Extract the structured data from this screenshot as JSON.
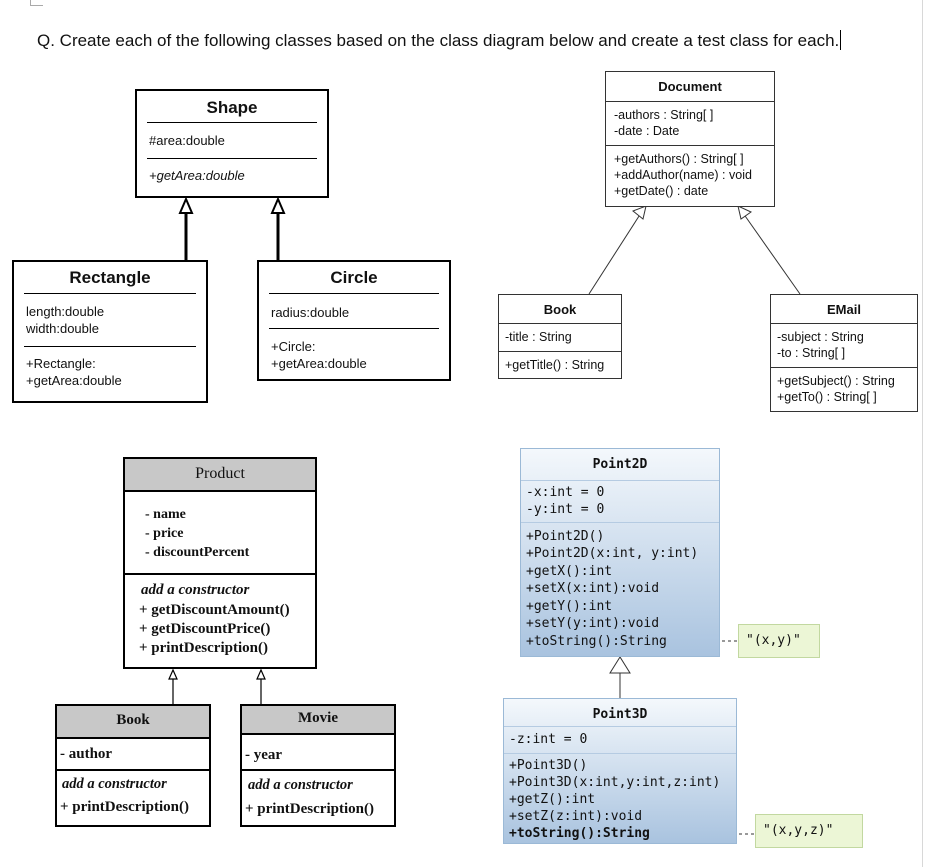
{
  "question": "Q. Create each of the following classes based on the class diagram below and create a test class for each.",
  "shape_diagram": {
    "shape": {
      "name": "Shape",
      "attr": "#area:double",
      "method": "+getArea:double"
    },
    "rectangle": {
      "name": "Rectangle",
      "attr1": "length:double",
      "attr2": "width:double",
      "method1": "+Rectangle:",
      "method2": "+getArea:double"
    },
    "circle": {
      "name": "Circle",
      "attr": "radius:double",
      "method1": "+Circle:",
      "method2": "+getArea:double"
    }
  },
  "document_diagram": {
    "document": {
      "name": "Document",
      "attr1": "-authors : String[ ]",
      "attr2": "-date : Date",
      "method1": "+getAuthors() : String[ ]",
      "method2": "+addAuthor(name) : void",
      "method3": "+getDate() : date"
    },
    "book": {
      "name": "Book",
      "attr": "-title : String",
      "method": "+getTitle() : String"
    },
    "email": {
      "name": "EMail",
      "attr1": "-subject : String",
      "attr2": "-to : String[ ]",
      "method1": "+getSubject() : String",
      "method2": "+getTo() : String[ ]"
    }
  },
  "product_diagram": {
    "product": {
      "name": "Product",
      "attr1": "- name",
      "attr2": "- price",
      "attr3": "- discountPercent",
      "ctor": "add a constructor",
      "method1": "+ getDiscountAmount()",
      "method2": "+ getDiscountPrice()",
      "method3": "+ printDescription()"
    },
    "book": {
      "name": "Book",
      "attr": "- author",
      "ctor": "add a constructor",
      "method": "+ printDescription()"
    },
    "movie": {
      "name": "Movie",
      "attr": "- year",
      "ctor": "add a constructor",
      "method": "+ printDescription()"
    }
  },
  "point_diagram": {
    "point2d": {
      "name": "Point2D",
      "attr1": "-x:int = 0",
      "attr2": "-y:int = 0",
      "m1": "+Point2D()",
      "m2": "+Point2D(x:int, y:int)",
      "m3": "+getX():int",
      "m4": "+setX(x:int):void",
      "m5": "+getY():int",
      "m6": "+setY(y:int):void",
      "m7": "+toString():String"
    },
    "note2d": "\"(x,y)\"",
    "point3d": {
      "name": "Point3D",
      "attr1": "-z:int = 0",
      "m1": "+Point3D()",
      "m2": "+Point3D(x:int,y:int,z:int)",
      "m3": "+getZ():int",
      "m4": "+setZ(z:int):void",
      "m5": "+toString():String"
    },
    "note3d": "\"(x,y,z)\""
  }
}
